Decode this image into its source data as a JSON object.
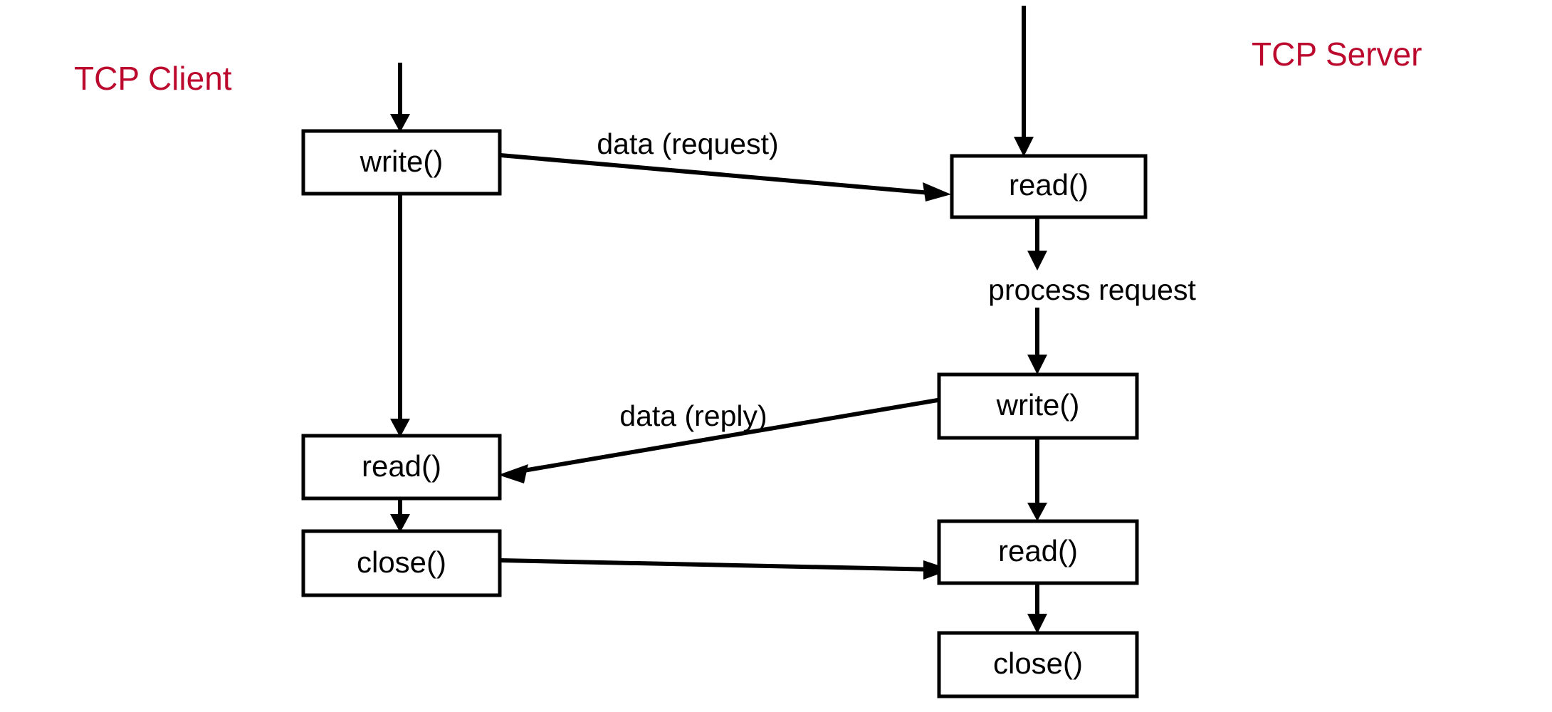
{
  "diagram": {
    "title_client": "TCP Client",
    "title_server": "TCP Server",
    "accent_color": "#BC0A2E",
    "line_color": "#000000",
    "background_color": "#FFFFFF",
    "roles": [
      {
        "name": "client",
        "label": "TCP Client",
        "color": "#BC0A2E"
      },
      {
        "name": "server",
        "label": "TCP Server",
        "color": "#BC0A2E"
      }
    ],
    "client_nodes": [
      {
        "id": "client-write",
        "label": "write()"
      },
      {
        "id": "client-read",
        "label": "read()"
      },
      {
        "id": "client-close",
        "label": "close()"
      }
    ],
    "server_nodes": [
      {
        "id": "server-read-1",
        "label": "read()"
      },
      {
        "id": "server-write",
        "label": "write()"
      },
      {
        "id": "server-read-2",
        "label": "read()"
      },
      {
        "id": "server-close",
        "label": "close()"
      }
    ],
    "edge_labels": [
      {
        "id": "data-request",
        "label": "data (request)"
      },
      {
        "id": "data-reply",
        "label": "data (reply)"
      },
      {
        "id": "process-request",
        "label": "process request"
      }
    ],
    "flows": [
      {
        "from": "client-write",
        "to": "server-read-1",
        "label": "data (request)",
        "direction": "right"
      },
      {
        "from": "server-write",
        "to": "client-read",
        "label": "data (reply)",
        "direction": "left"
      },
      {
        "from": "client-close",
        "to": "server-read-2",
        "label": "",
        "direction": "right"
      },
      {
        "from": "server-read-1",
        "to": "server-write",
        "label": "process request",
        "direction": "down"
      },
      {
        "from": "client-write",
        "to": "client-read",
        "label": "",
        "direction": "down"
      },
      {
        "from": "client-read",
        "to": "client-close",
        "label": "",
        "direction": "down"
      },
      {
        "from": "server-read-2",
        "to": "server-close",
        "label": "",
        "direction": "down"
      }
    ]
  }
}
